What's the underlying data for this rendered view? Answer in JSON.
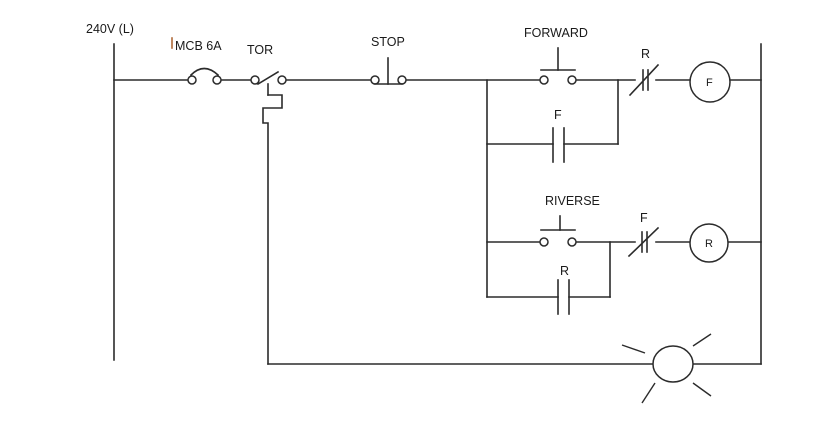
{
  "labels": {
    "supply": "240V (L)",
    "mcb": "MCB 6A",
    "tor": "TOR",
    "stop": "STOP",
    "forward": "FORWARD",
    "r_interlock": "R",
    "f_coil": "F",
    "f_hold": "F",
    "reverse": "RIVERSE",
    "f_interlock": "F",
    "r_coil": "R",
    "r_hold": "R"
  }
}
